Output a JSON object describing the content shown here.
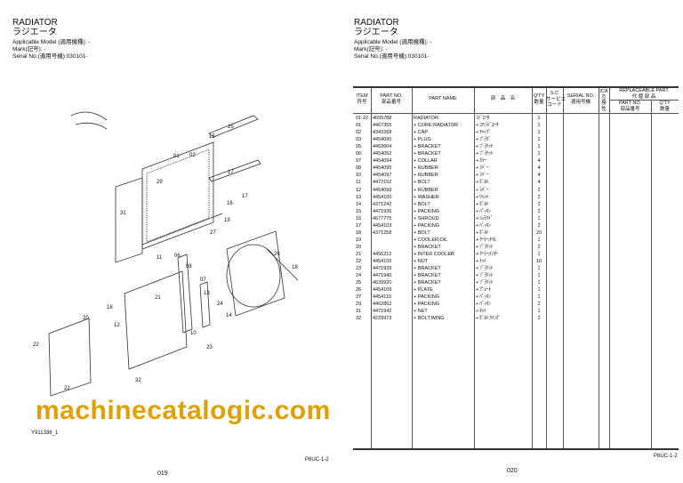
{
  "left_page": {
    "title_en": "RADIATOR",
    "title_jp": "ラジエータ",
    "meta": [
      "Applicable Model (適用機種): -",
      "Mark(記号): -",
      "Serial No.(適用号機):030101-"
    ],
    "figure_id": "Y911338_1",
    "page_code": "P8UC-1-2",
    "page_number": "019",
    "callouts": [
      "25",
      "15",
      "01",
      "02",
      "17",
      "29",
      "16",
      "31",
      "17",
      "19",
      "27",
      "11",
      "06",
      "08",
      "26",
      "18",
      "07",
      "13",
      "24",
      "21",
      "14",
      "20",
      "18",
      "12",
      "10",
      "23",
      "22",
      "32",
      "22"
    ]
  },
  "right_page": {
    "title_en": "RADIATOR",
    "title_jp": "ラジエータ",
    "meta": [
      "Applicable Model (適用機種): -",
      "Mark(記号): -",
      "Serial No.(適用号機):030101-"
    ],
    "page_code": "P8UC-1-2",
    "page_number": "020"
  },
  "table": {
    "headers": {
      "item": "ITEM",
      "item_jp": "符号",
      "part_no": "PART NO.",
      "part_no_jp": "部品番号",
      "part_name": "PART NAME",
      "part_name_jp": "部　品　名",
      "qty": "Q'TY",
      "qty_jp": "数量",
      "sc": "S.C",
      "sc_jp1": "サービス",
      "sc_jp2": "コード",
      "serial": "SERIAL NO.",
      "serial_jp": "適用号機",
      "ica": "ICA",
      "ica_jp1": "互",
      "ica_jp2": "換",
      "ica_jp3": "性",
      "replaceable": "REPLACEABLE PART",
      "replaceable_jp": "代 替 部 品",
      "rep_part_no": "PART NO.",
      "rep_part_no_jp": "部品番号",
      "rep_qty": "Q'TY",
      "rep_qty_jp": "数量"
    },
    "rows": [
      {
        "item": "01-22",
        "part_no": "4655788",
        "name": "RADIATOR",
        "jp": "ﾗｼﾞｴｰﾀ",
        "qty": "1"
      },
      {
        "item": "01",
        "part_no": "4467355",
        "name": "+ CORE;RADIATOR",
        "jp": "+ ｺｱ;ﾗｼﾞｴｰﾀ",
        "qty": "1"
      },
      {
        "item": "02",
        "part_no": "4343268",
        "name": "+ CAP",
        "jp": "+ ｷｬｯﾌﾟ",
        "qty": "1"
      },
      {
        "item": "03",
        "part_no": "4454090",
        "name": "+ PLUG",
        "jp": "+ ﾌﾟﾗｸﾞ",
        "qty": "1"
      },
      {
        "item": "05",
        "part_no": "4453604",
        "name": "+ BRACKET",
        "jp": "+ ﾌﾞﾗｹｯﾄ",
        "qty": "1"
      },
      {
        "item": "06",
        "part_no": "4454052",
        "name": "+ BRACKET",
        "jp": "+ ﾌﾞﾗｹｯﾄ",
        "qty": "1"
      },
      {
        "item": "07",
        "part_no": "4454094",
        "name": "+ COLLAR",
        "jp": "+ ｶﾗｰ",
        "qty": "4"
      },
      {
        "item": "08",
        "part_no": "4454095",
        "name": "+ RUBBER",
        "jp": "+ ﾗﾊﾞｰ",
        "qty": "4"
      },
      {
        "item": "10",
        "part_no": "4454097",
        "name": "+ RUBBER",
        "jp": "+ ﾗﾊﾞｰ",
        "qty": "4"
      },
      {
        "item": "11",
        "part_no": "4472152",
        "name": "+ BOLT",
        "jp": "+ ﾎﾞﾙﾄ",
        "qty": "4"
      },
      {
        "item": "12",
        "part_no": "4454099",
        "name": "+ RUBBER",
        "jp": "+ ﾗﾊﾞｰ",
        "qty": "2"
      },
      {
        "item": "13",
        "part_no": "4454100",
        "name": "+ WASHER",
        "jp": "+ ﾜｯｼｬ",
        "qty": "2"
      },
      {
        "item": "14",
        "part_no": "4371242",
        "name": "+ BOLT",
        "jp": "+ ﾎﾞﾙﾄ",
        "qty": "2"
      },
      {
        "item": "15",
        "part_no": "4471936",
        "name": "+ PACKING",
        "jp": "+ ﾊﾟｯｷﾝ",
        "qty": "2"
      },
      {
        "item": "16",
        "part_no": "4677775",
        "name": "+ SHROUD",
        "jp": "+ ｼｭﾗｳﾄﾞ",
        "qty": "1"
      },
      {
        "item": "17",
        "part_no": "4454103",
        "name": "+ PACKING",
        "jp": "+ ﾊﾟｯｷﾝ",
        "qty": "2"
      },
      {
        "item": "18",
        "part_no": "4371258",
        "name": "+ BOLT",
        "jp": "+ ﾎﾞﾙﾄ",
        "qty": "20"
      },
      {
        "item": "19",
        "part_no": "",
        "name": "+ COOLER;OIL",
        "jp": "+ ｸｰﾗｰ;ｵｲﾙ",
        "qty": "1"
      },
      {
        "item": "20",
        "part_no": "",
        "name": "+ BRACKET",
        "jp": "+ ﾌﾞﾗｹｯﾄ",
        "qty": "2"
      },
      {
        "item": "21",
        "part_no": "4456212",
        "name": "+ INTER COOLER",
        "jp": "+ ｸｰﾗｰ;ｲﾝﾀｰ",
        "qty": "1"
      },
      {
        "item": "22",
        "part_no": "4454105",
        "name": "+ NUT",
        "jp": "+ ﾅｯﾄ",
        "qty": "10"
      },
      {
        "item": "23",
        "part_no": "4471939",
        "name": "+ BRACKET",
        "jp": "+ ﾌﾞﾗｹｯﾄ",
        "qty": "1"
      },
      {
        "item": "24",
        "part_no": "4471940",
        "name": "+ BRACKET",
        "jp": "+ ﾌﾞﾗｹｯﾄ",
        "qty": "1"
      },
      {
        "item": "25",
        "part_no": "4639920",
        "name": "+ BRACKET",
        "jp": "+ ﾌﾞﾗｹｯﾄ",
        "qty": "1"
      },
      {
        "item": "26",
        "part_no": "4454109",
        "name": "+ PLATE",
        "jp": "+ ﾌﾟﾚｰﾄ",
        "qty": "1"
      },
      {
        "item": "27",
        "part_no": "4454110",
        "name": "+ PACKING",
        "jp": "+ ﾊﾟｯｷﾝ",
        "qty": "1"
      },
      {
        "item": "29",
        "part_no": "4462862",
        "name": "+ PACKING",
        "jp": "+ ﾊﾟｯｷﾝ",
        "qty": "2"
      },
      {
        "item": "31",
        "part_no": "4471942",
        "name": "+ NET",
        "jp": "+ ﾈｯﾄ",
        "qty": "1"
      },
      {
        "item": "32",
        "part_no": "4229973",
        "name": "+ BOLT;WING",
        "jp": "+ ﾎﾞﾙﾄ;ｳｲﾝｸﾞ",
        "qty": "2"
      }
    ]
  },
  "watermark": "machinecatalogic.com",
  "colors": {
    "watermark": "#e0a000"
  }
}
